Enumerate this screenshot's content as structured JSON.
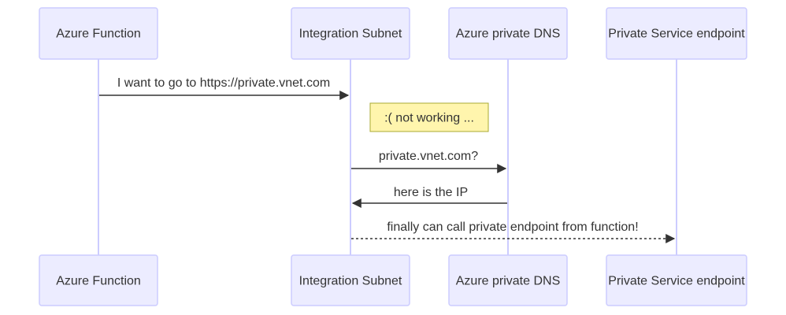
{
  "diagram": {
    "type": "sequence",
    "participants": [
      {
        "id": "fn",
        "label": "Azure Function"
      },
      {
        "id": "subnet",
        "label": "Integration Subnet"
      },
      {
        "id": "dns",
        "label": "Azure private DNS"
      },
      {
        "id": "pe",
        "label": "Private Service endpoint"
      }
    ],
    "messages": [
      {
        "from": "fn",
        "to": "subnet",
        "text": "I want to go to https://private.vnet.com",
        "style": "solid"
      },
      {
        "from": "subnet",
        "to": "dns",
        "text": "private.vnet.com?",
        "style": "solid"
      },
      {
        "from": "dns",
        "to": "subnet",
        "text": "here is the IP",
        "style": "solid"
      },
      {
        "from": "subnet",
        "to": "pe",
        "text": "finally can call private endpoint from function!",
        "style": "dotted"
      }
    ],
    "note": {
      "text": ":( not working ...",
      "over": "subnet-dns"
    },
    "colors": {
      "actor_fill": "#ECECFF",
      "actor_border": "#CCCCFF",
      "lifeline": "#CCCCFF",
      "arrow": "#333333",
      "note_fill": "#FFF5AD",
      "note_border": "#AAAA33",
      "text": "#333333"
    }
  }
}
